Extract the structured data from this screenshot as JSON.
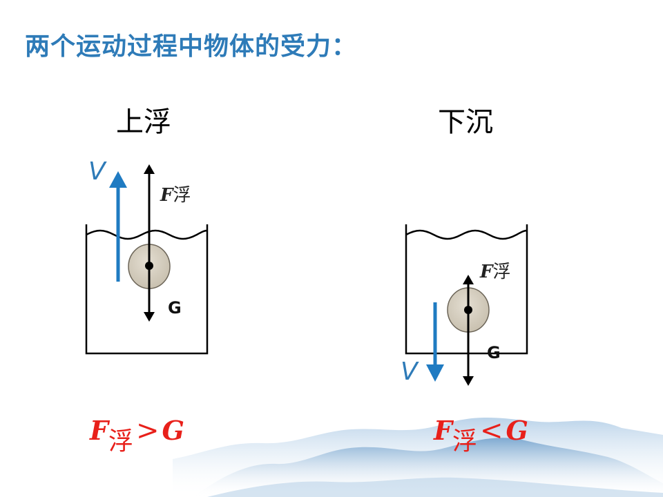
{
  "title": "两个运动过程中物体的受力：",
  "panels": {
    "rise": {
      "caption": "上浮",
      "velocity_label": "V",
      "buoyant_label": "F",
      "buoyant_sub": "浮",
      "gravity_label": "G",
      "formula": {
        "lhs": "F",
        "sub": "浮",
        "op": ">",
        "rhs": "G"
      }
    },
    "sink": {
      "caption": "下沉",
      "velocity_label": "V",
      "buoyant_label": "F",
      "buoyant_sub": "浮",
      "gravity_label": "G",
      "formula": {
        "lhs": "F",
        "sub": "浮",
        "op": "<",
        "rhs": "G"
      }
    }
  },
  "colors": {
    "title": "#2e7bb8",
    "velocity": "#1f7bc2",
    "formula": "#e8201a",
    "ball": "#d8d2c4",
    "mountain": "#9ec3e0"
  }
}
